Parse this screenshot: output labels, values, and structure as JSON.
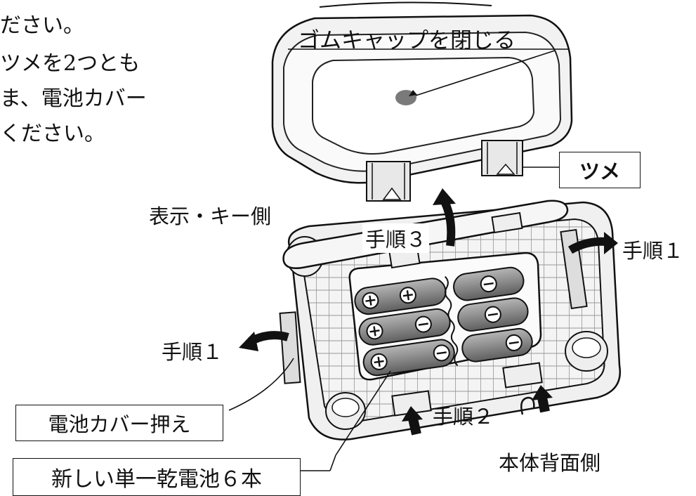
{
  "intro_lines": [
    "ださい。",
    "ツメを2つとも",
    "ま、電池カバー",
    "ください。"
  ],
  "labels": {
    "close_cap": "ゴムキャップを閉じる",
    "claw": "ツメ",
    "display_side": "表示・キー側",
    "step3": "手順３",
    "step1_right": "手順１",
    "step1_left": "手順１",
    "cover_holder": "電池カバー押え",
    "step2": "手順２",
    "back_side": "本体背面側",
    "new_batteries": "新しい単一乾電池６本"
  }
}
